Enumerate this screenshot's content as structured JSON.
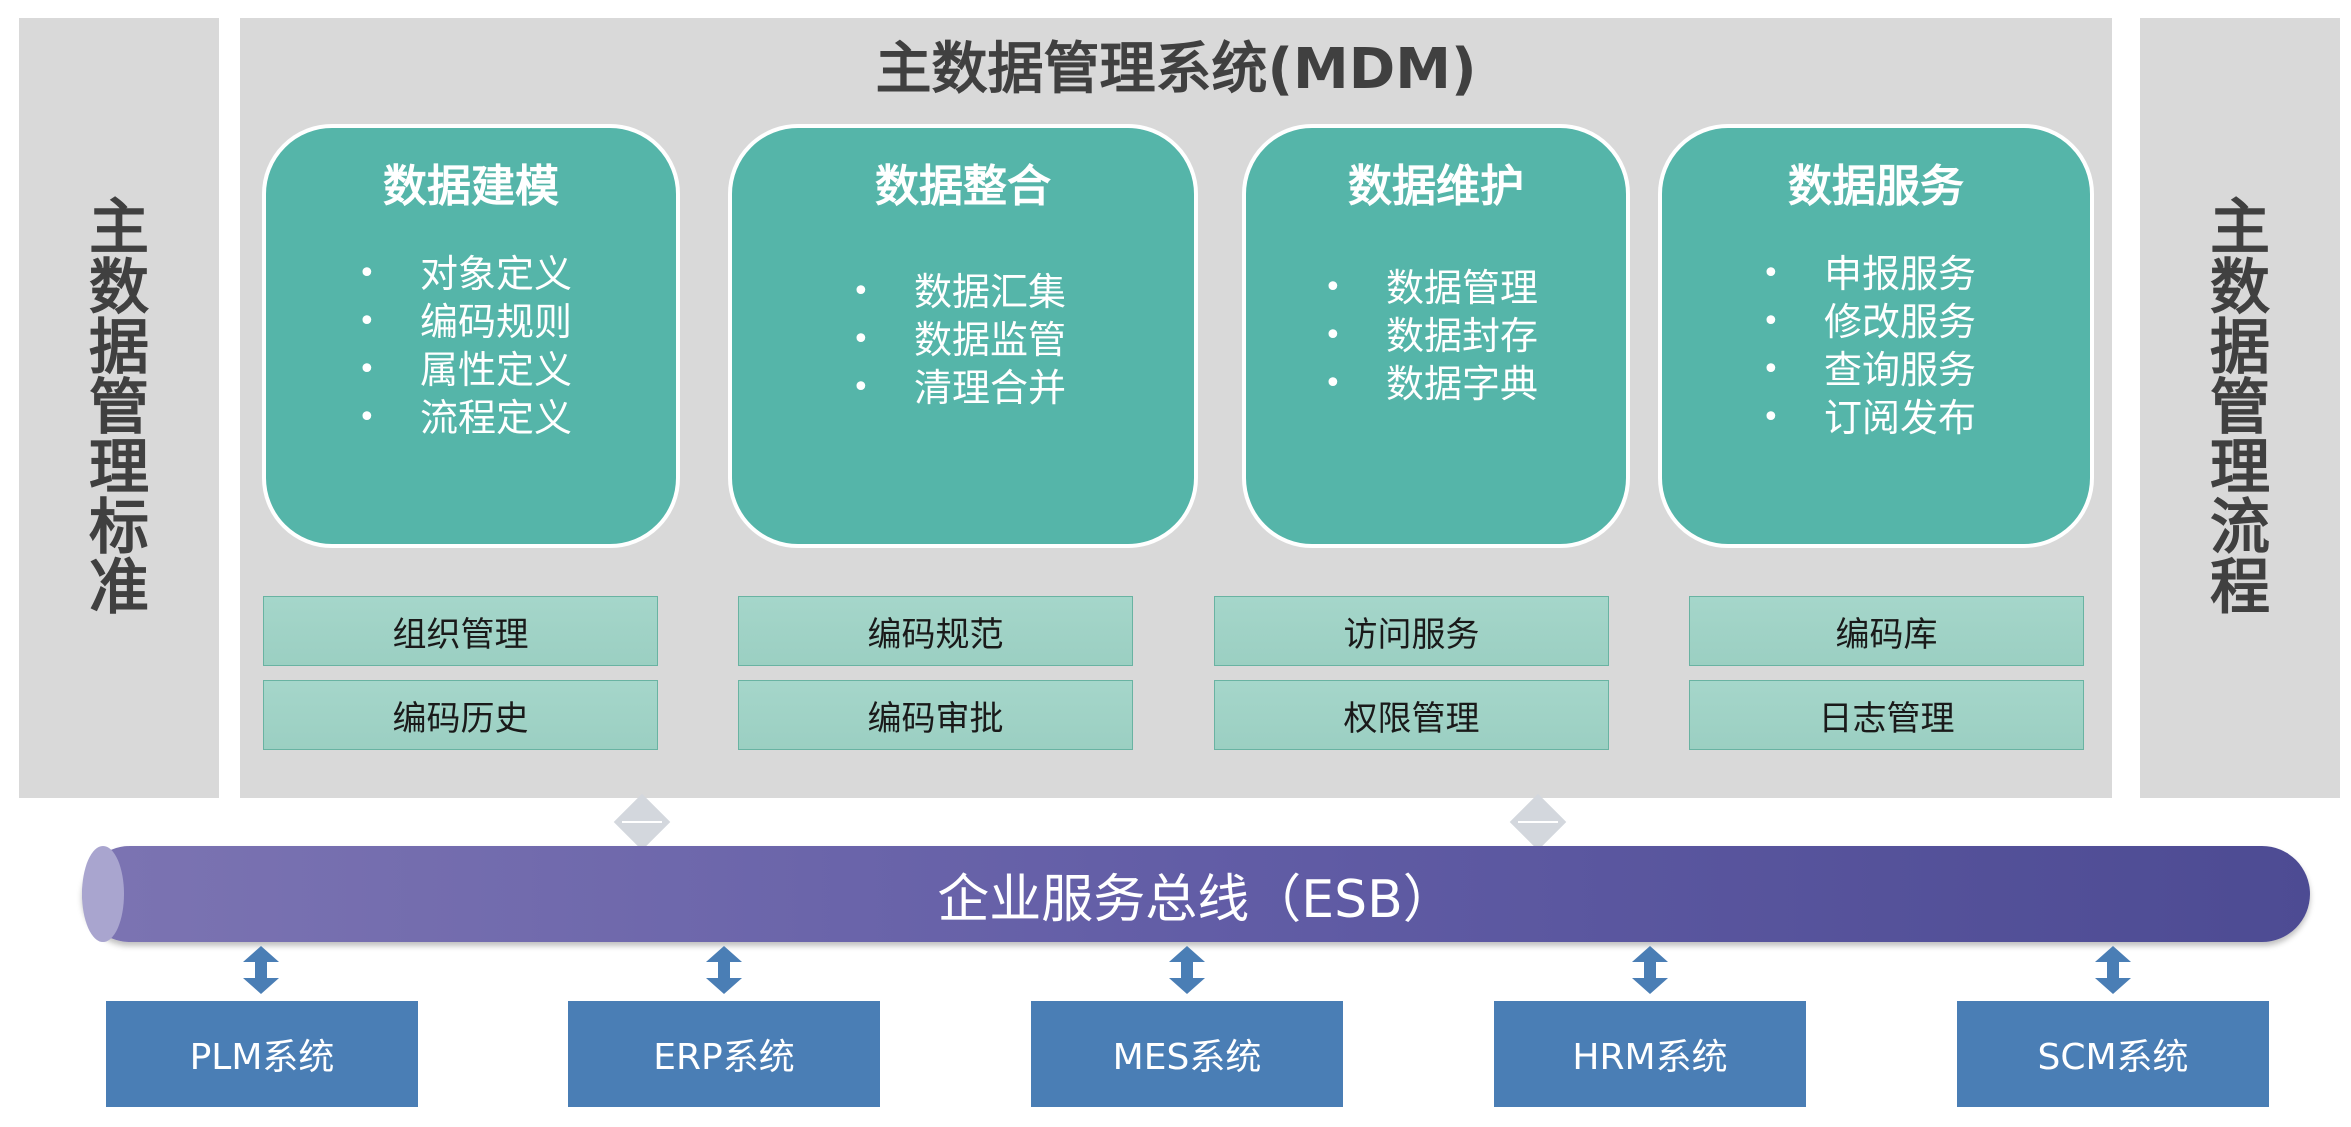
{
  "left_panel": {
    "label": [
      "主",
      "数",
      "据",
      "管",
      "理",
      "标",
      "准"
    ]
  },
  "right_panel": {
    "label": [
      "主",
      "数",
      "据",
      "管",
      "理",
      "流",
      "程"
    ]
  },
  "mdm": {
    "title": "主数据管理系统(MDM)",
    "modules": [
      {
        "title": "数据建模",
        "items": [
          "对象定义",
          "编码规则",
          "属性定义",
          "流程定义"
        ]
      },
      {
        "title": "数据整合",
        "items": [
          "数据汇集",
          "数据监管",
          "清理合并"
        ]
      },
      {
        "title": "数据维护",
        "items": [
          "数据管理",
          "数据封存",
          "数据字典"
        ]
      },
      {
        "title": "数据服务",
        "items": [
          "申报服务",
          "修改服务",
          "查询服务",
          "订阅发布"
        ]
      }
    ],
    "sub_modules": [
      [
        "组织管理",
        "编码历史"
      ],
      [
        "编码规范",
        "编码审批"
      ],
      [
        "访问服务",
        "权限管理"
      ],
      [
        "编码库",
        "日志管理"
      ]
    ]
  },
  "esb": {
    "label": "企业服务总线（ESB）"
  },
  "systems": [
    "PLM系统",
    "ERP系统",
    "MES系统",
    "HRM系统",
    "SCM系统"
  ],
  "colors": {
    "panel_bg": "#d9d9d9",
    "card_teal": "#55b5a9",
    "sub_teal": "#9fd2c5",
    "esb_purple": "#625da6",
    "system_blue": "#4a7eb5",
    "arrow_blue": "#4a7eb5",
    "connector_gray": "#d3d7dd"
  },
  "icons": {
    "connector": "diamond-connector-icon",
    "arrow": "double-arrow-icon"
  }
}
